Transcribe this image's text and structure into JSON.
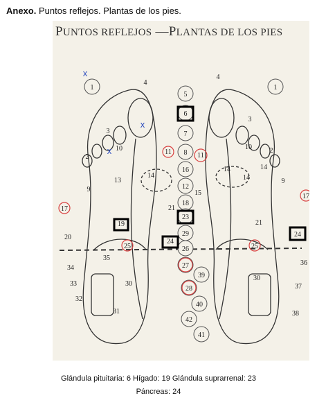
{
  "header": {
    "bold": "Anexo.",
    "text": " Puntos reflejos. Plantas de los pies."
  },
  "figure": {
    "title_a": "P",
    "title_b": "UNTOS REFLEJOS",
    "title_c": " —P",
    "title_d": "LANTAS DE LOS PIES",
    "points": [
      "1",
      "1",
      "2",
      "2",
      "3",
      "3",
      "4",
      "4",
      "5",
      "6",
      "7",
      "8",
      "9",
      "9",
      "10",
      "10",
      "11",
      "11",
      "12",
      "13",
      "14",
      "14",
      "14",
      "14",
      "15",
      "16",
      "17",
      "17",
      "18",
      "19",
      "20",
      "21",
      "21",
      "23",
      "24",
      "24",
      "25",
      "25",
      "26",
      "27",
      "28",
      "29",
      "30",
      "30",
      "31",
      "32",
      "33",
      "34",
      "35",
      "36",
      "37",
      "38",
      "39",
      "40",
      "41",
      "42"
    ],
    "marks": {
      "x1": "x",
      "x2": "x",
      "x3": "x"
    }
  },
  "caption": {
    "line1": "Glándula pituitaria: 6 Hígado: 19 Glándula suprarrenal: 23",
    "line2": "Páncreas: 24"
  }
}
